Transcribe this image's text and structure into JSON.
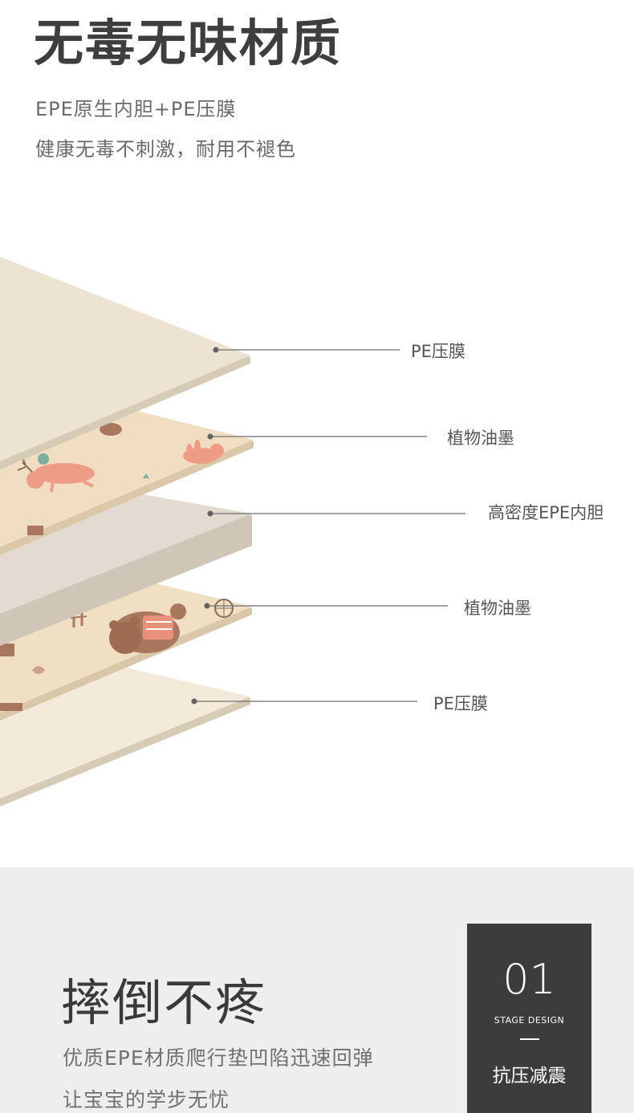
{
  "header": {
    "title": "无毒无味材质",
    "subtitle_1": "EPE原生内胆+PE压膜",
    "subtitle_2": "健康无毒不刺激，耐用不褪色"
  },
  "layers": {
    "labels": [
      "PE压膜",
      "植物油墨",
      "高密度EPE内胆",
      "植物油墨",
      "PE压膜"
    ]
  },
  "feature": {
    "title": "摔倒不疼",
    "line_1": "优质EPE材质爬行垫凹陷迅速回弹",
    "line_2": "让宝宝的学步无忧",
    "stage": {
      "number": "01",
      "english": "STAGE DESIGN",
      "label": "抗压减震"
    }
  },
  "colors": {
    "background": "#ffffff",
    "panel": "#eeeeee",
    "stage_box": "#3c3c3c",
    "film_top": "#ede3d2",
    "film_edge": "#d6cbb5",
    "print_layer": "#efdcc0",
    "core_layer": "#e2dad1",
    "core_edge": "#cec3b5"
  }
}
